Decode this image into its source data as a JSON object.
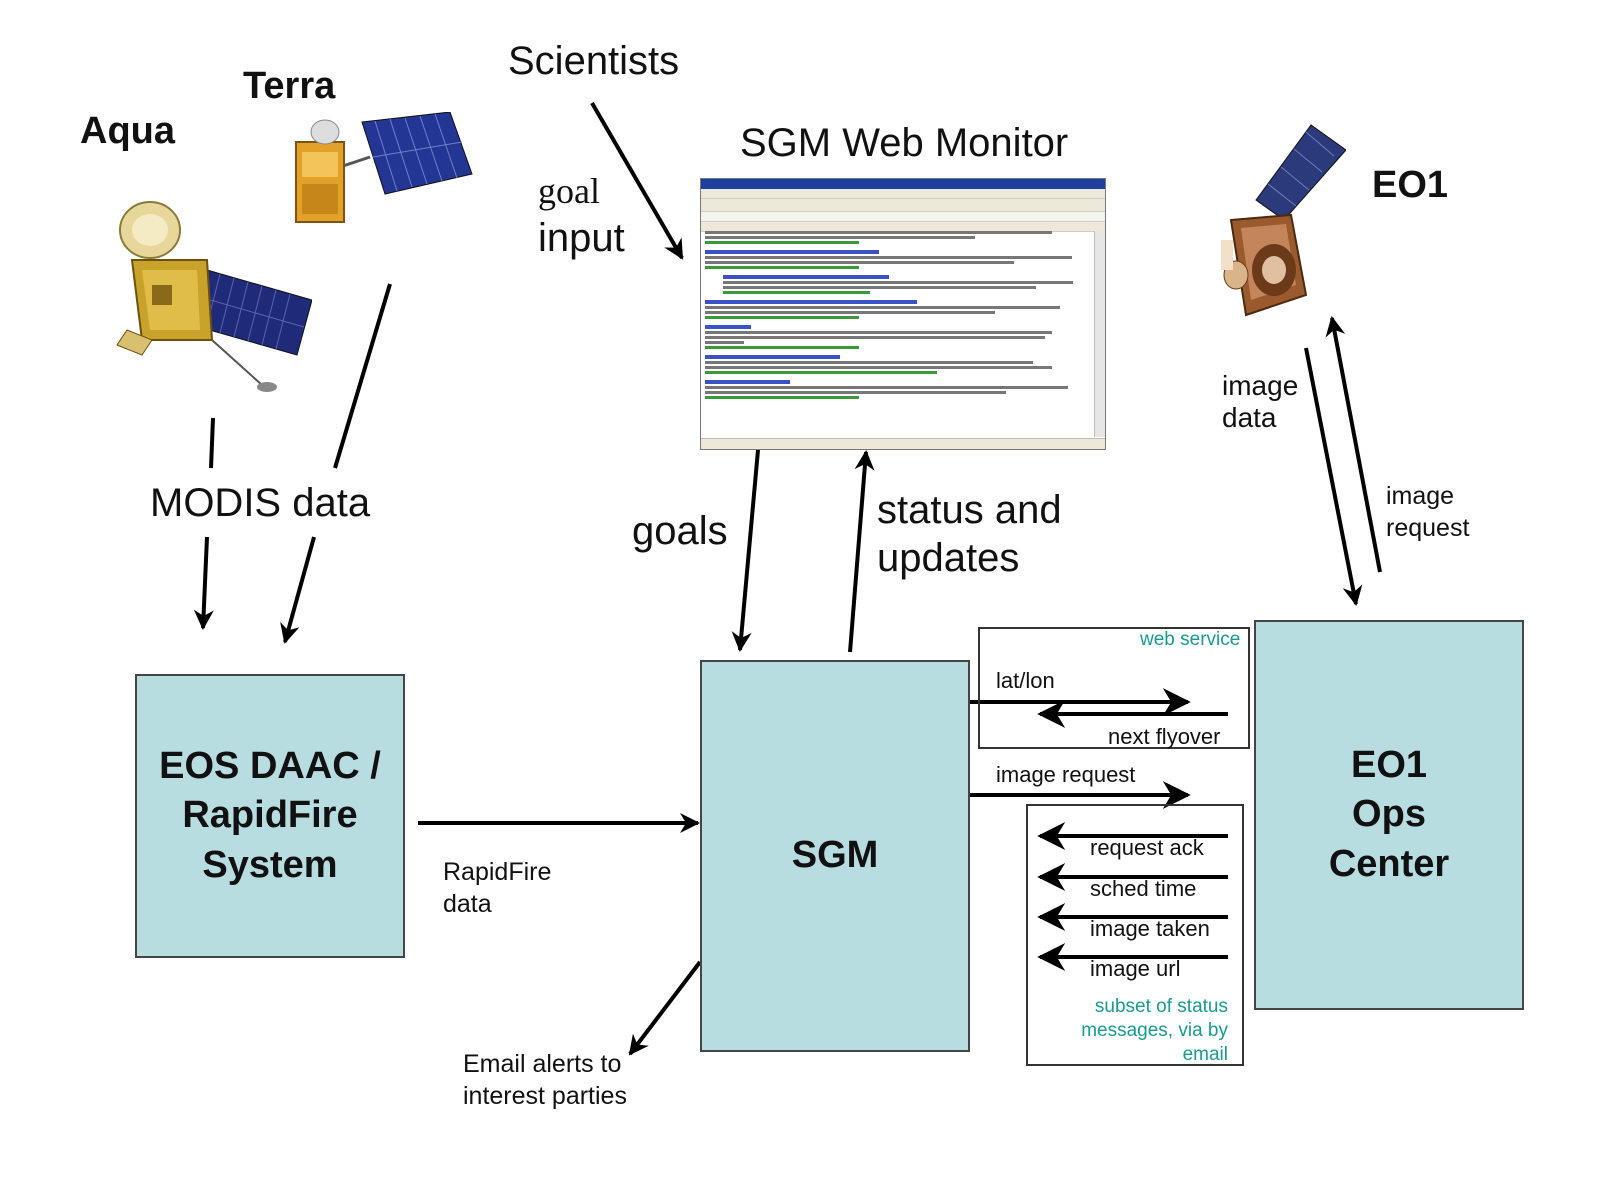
{
  "satellites": {
    "aqua": "Aqua",
    "terra": "Terra",
    "eo1": "EO1"
  },
  "actors": {
    "scientists": "Scientists",
    "monitor_title": "SGM Web Monitor"
  },
  "boxes": {
    "eos_daac": "EOS DAAC /\nRapidFire\nSystem",
    "sgm": "SGM",
    "eo1_ops": "EO1\nOps\nCenter"
  },
  "flows": {
    "goal": "goal",
    "input": "input",
    "modis_data": "MODIS data",
    "goals": "goals",
    "status_and": "status and",
    "updates": "updates",
    "image": "image",
    "data": "data",
    "image_req_1": "image",
    "image_req_2": "request",
    "rapidfire_1": "RapidFire",
    "rapidfire_2": "data",
    "email_1": "Email alerts to",
    "email_2": "interest parties"
  },
  "web_service": {
    "title": "web service",
    "lat_lon": "lat/lon",
    "next_flyover": "next flyover"
  },
  "image_request_label": "image request",
  "status_messages": {
    "items": [
      "request ack",
      "sched time",
      "image taken",
      "image url"
    ],
    "note_1": "subset of status",
    "note_2": "messages, via by",
    "note_3": "email"
  },
  "colors": {
    "box_fill": "#b8dde0",
    "note_text": "#1a9a8f"
  },
  "icons": [
    "aqua-satellite-icon",
    "terra-satellite-icon",
    "eo1-satellite-icon",
    "web-monitor-screenshot"
  ]
}
